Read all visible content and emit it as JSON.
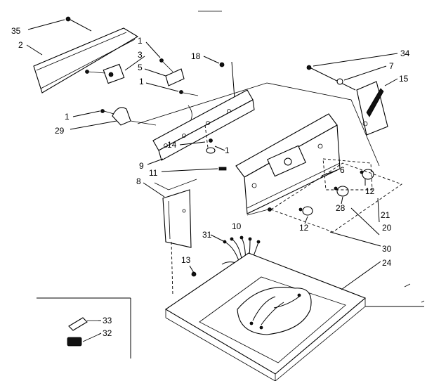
{
  "callouts": [
    {
      "id": "35",
      "label": "35"
    },
    {
      "id": "2",
      "label": "2"
    },
    {
      "id": "1a",
      "label": "1"
    },
    {
      "id": "3",
      "label": "3"
    },
    {
      "id": "5",
      "label": "5"
    },
    {
      "id": "1b",
      "label": "1"
    },
    {
      "id": "18",
      "label": "18"
    },
    {
      "id": "34",
      "label": "34"
    },
    {
      "id": "7",
      "label": "7"
    },
    {
      "id": "15",
      "label": "15"
    },
    {
      "id": "1c",
      "label": "1"
    },
    {
      "id": "29",
      "label": "29"
    },
    {
      "id": "14",
      "label": "14"
    },
    {
      "id": "1d",
      "label": "1"
    },
    {
      "id": "9",
      "label": "9"
    },
    {
      "id": "11",
      "label": "11"
    },
    {
      "id": "6",
      "label": "6"
    },
    {
      "id": "12a",
      "label": "12"
    },
    {
      "id": "8",
      "label": "8"
    },
    {
      "id": "28",
      "label": "28"
    },
    {
      "id": "21",
      "label": "21"
    },
    {
      "id": "10",
      "label": "10"
    },
    {
      "id": "12b",
      "label": "12"
    },
    {
      "id": "20",
      "label": "20"
    },
    {
      "id": "31",
      "label": "31"
    },
    {
      "id": "30",
      "label": "30"
    },
    {
      "id": "13",
      "label": "13"
    },
    {
      "id": "24",
      "label": "24"
    },
    {
      "id": "33",
      "label": "33"
    },
    {
      "id": "32",
      "label": "32"
    }
  ]
}
